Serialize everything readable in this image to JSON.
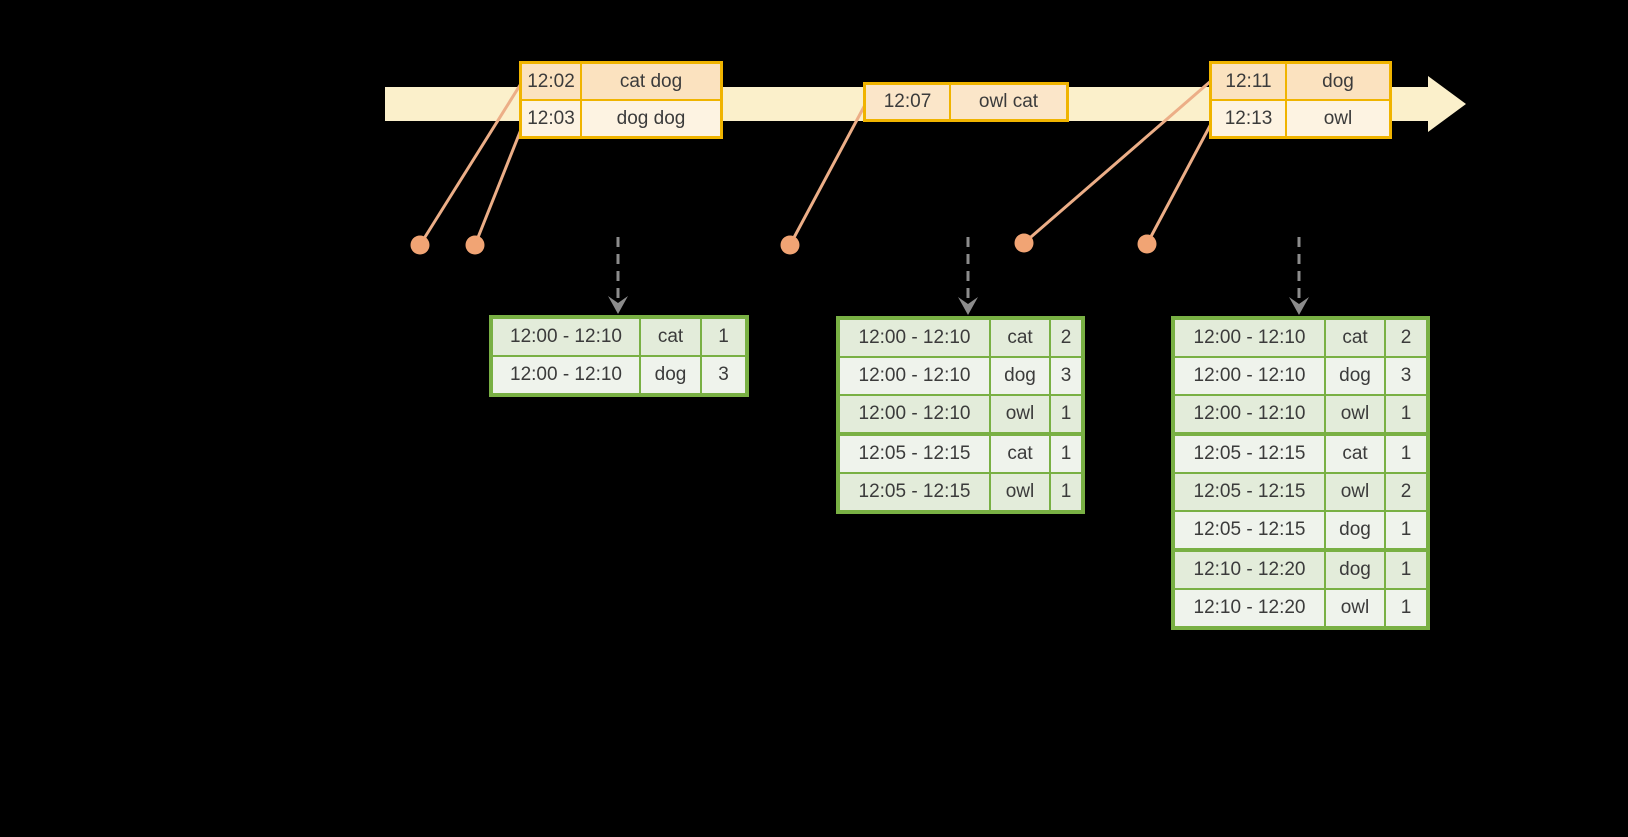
{
  "palette": {
    "background": "#000000",
    "timeline_fill": "#FBF0CB",
    "event_table_border": "#F0B400",
    "event_row_dark": "#FBE2BF",
    "event_row_light": "#FDF3E2",
    "event_single_row": "#FBE6C9",
    "event_dot": "#F1A474",
    "connector_line": "#ECAE87",
    "trigger_arrow": "#8C8C8C",
    "result_table_border": "#79B044",
    "result_row_dark": "#E3ECDA",
    "result_row_light": "#EFF3EC",
    "text": "#3B3B3B"
  },
  "event_tables": [
    {
      "rows": [
        {
          "time": "12:02",
          "data": "cat dog"
        },
        {
          "time": "12:03",
          "data": "dog dog"
        }
      ]
    },
    {
      "rows": [
        {
          "time": "12:07",
          "data": "owl cat"
        }
      ]
    },
    {
      "rows": [
        {
          "time": "12:11",
          "data": "dog"
        },
        {
          "time": "12:13",
          "data": "owl"
        }
      ]
    }
  ],
  "result_tables": [
    {
      "rows": [
        {
          "window": "12:00 - 12:10",
          "word": "cat",
          "count": "1"
        },
        {
          "window": "12:00 - 12:10",
          "word": "dog",
          "count": "3"
        }
      ]
    },
    {
      "rows": [
        {
          "window": "12:00 - 12:10",
          "word": "cat",
          "count": "2"
        },
        {
          "window": "12:00 - 12:10",
          "word": "dog",
          "count": "3"
        },
        {
          "window": "12:00 - 12:10",
          "word": "owl",
          "count": "1"
        },
        {
          "window": "12:05 - 12:15",
          "word": "cat",
          "count": "1"
        },
        {
          "window": "12:05 - 12:15",
          "word": "owl",
          "count": "1"
        }
      ]
    },
    {
      "rows": [
        {
          "window": "12:00 - 12:10",
          "word": "cat",
          "count": "2"
        },
        {
          "window": "12:00 - 12:10",
          "word": "dog",
          "count": "3"
        },
        {
          "window": "12:00 - 12:10",
          "word": "owl",
          "count": "1"
        },
        {
          "window": "12:05 - 12:15",
          "word": "cat",
          "count": "1"
        },
        {
          "window": "12:05 - 12:15",
          "word": "owl",
          "count": "2"
        },
        {
          "window": "12:05 - 12:15",
          "word": "dog",
          "count": "1"
        },
        {
          "window": "12:10 - 12:20",
          "word": "dog",
          "count": "1"
        },
        {
          "window": "12:10 - 12:20",
          "word": "owl",
          "count": "1"
        }
      ]
    }
  ]
}
